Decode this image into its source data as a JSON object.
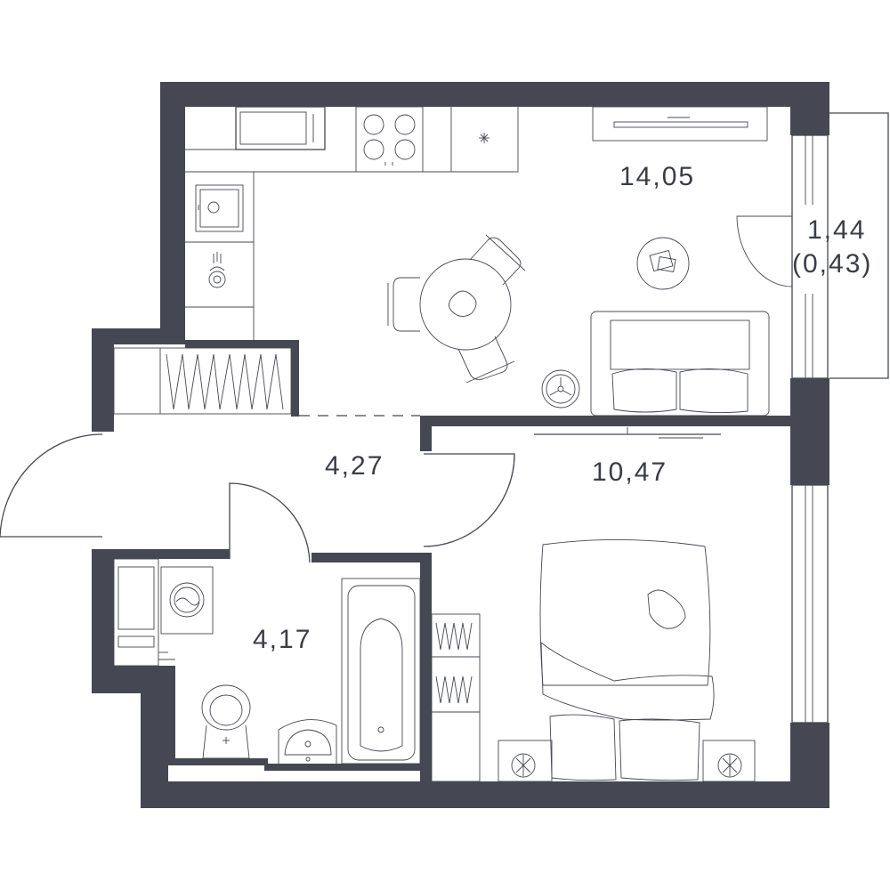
{
  "rooms": {
    "kitchen_living": {
      "area": "14,05"
    },
    "balcony": {
      "area": "1,44",
      "area_reduced": "(0,43)"
    },
    "hallway": {
      "area": "4,27"
    },
    "bedroom": {
      "area": "10,47"
    },
    "bathroom": {
      "area": "4,17"
    }
  },
  "colors": {
    "wall": "#454852",
    "line": "#454852",
    "background": "#ffffff"
  }
}
